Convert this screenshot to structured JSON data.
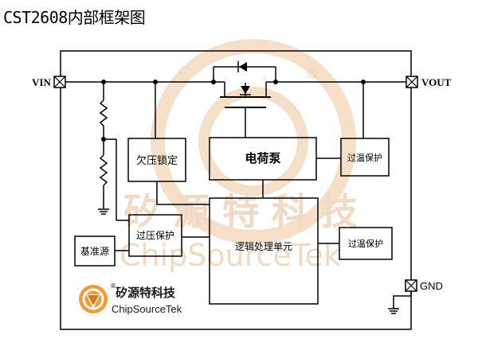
{
  "title": "CST2608内部框架图",
  "pins": {
    "vin": "VIN",
    "vout": "VOUT",
    "gnd": "GND"
  },
  "blocks": {
    "uvlo": "欠压锁定",
    "charge_pump": "电荷泵",
    "otp_top": "过温保护",
    "ovp": "过压保护",
    "logic": "逻辑处理单元",
    "otp_bottom": "过温保护",
    "vref": "基准源"
  },
  "logo": {
    "cn": "矽源特科技",
    "en": "ChipSourceTek"
  },
  "watermark": {
    "cn": "矽 源 特 科 技",
    "en": "ChipSourceTek",
    "registered": "®"
  },
  "colors": {
    "line": "#000000",
    "logo_orange": "#f39a2c",
    "logo_dark": "#c9601a",
    "watermark": "#f4d9c0"
  }
}
